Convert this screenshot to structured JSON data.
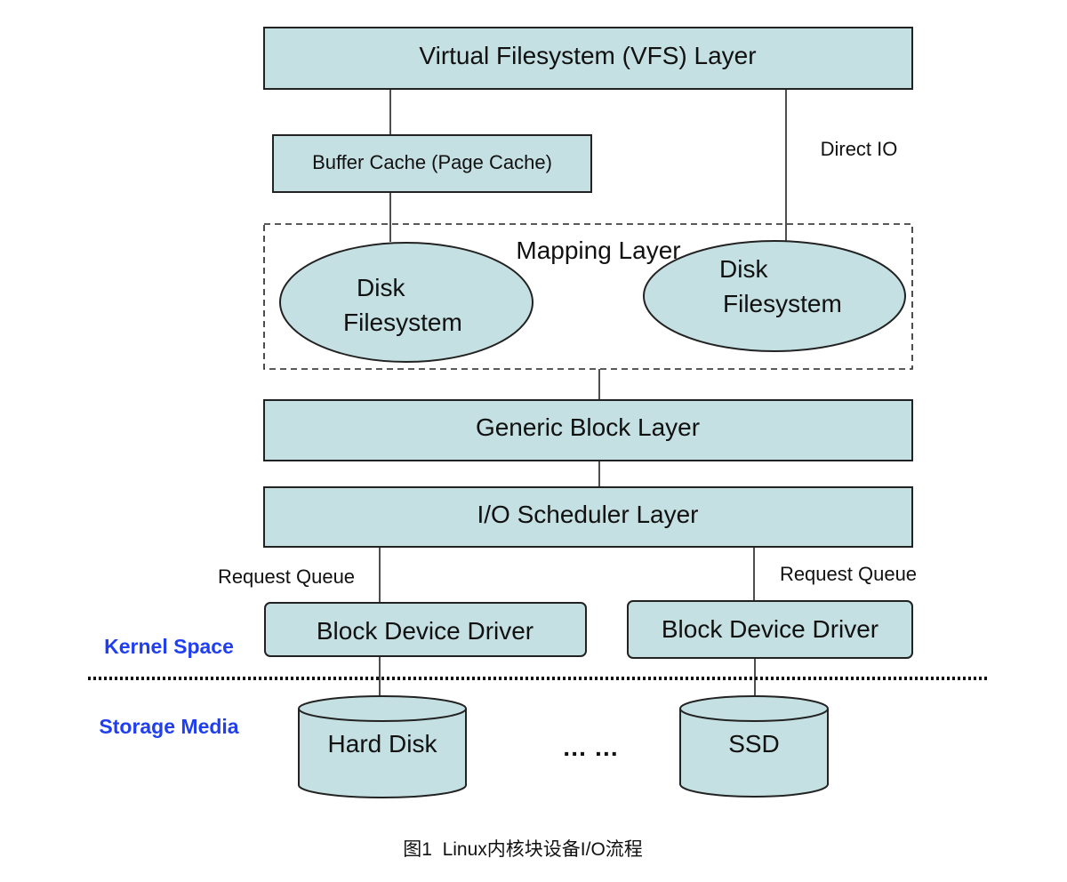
{
  "diagram": {
    "vfs_layer": "Virtual Filesystem (VFS) Layer",
    "buffer_cache": "Buffer Cache (Page Cache)",
    "direct_io": "Direct IO",
    "mapping_layer": "Mapping Layer",
    "disk_fs_left": [
      "Disk",
      "Filesystem"
    ],
    "disk_fs_right": [
      "Disk",
      "Filesystem"
    ],
    "generic_block_layer": "Generic Block Layer",
    "io_scheduler_layer": "I/O Scheduler Layer",
    "request_queue_left": "Request Queue",
    "request_queue_right": "Request Queue",
    "block_driver_left": "Block Device Driver",
    "block_driver_right": "Block Device Driver",
    "kernel_space": "Kernel Space",
    "storage_media": "Storage Media",
    "hard_disk": "Hard Disk",
    "ellipsis": "… …",
    "ssd": "SSD",
    "caption": "图1  Linux内核块设备I/O流程"
  },
  "colors": {
    "box_fill": "#c4e0e2",
    "label_blue": "#1f3ff0"
  }
}
